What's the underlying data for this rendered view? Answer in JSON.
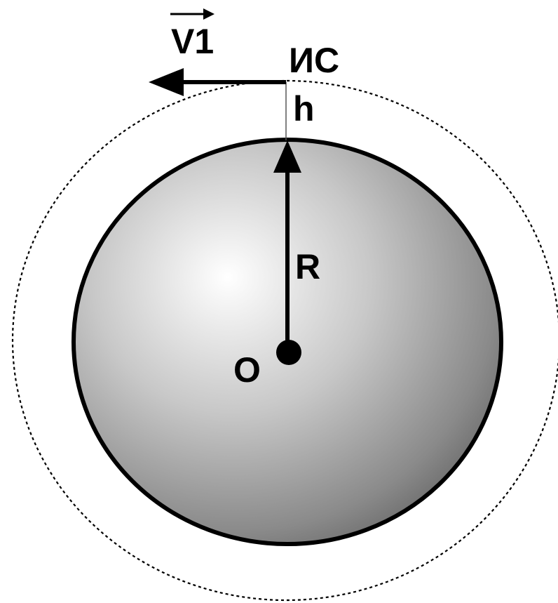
{
  "labels": {
    "velocity": "V1",
    "satellite": "ИС",
    "height": "h",
    "radius": "R",
    "center": "O"
  },
  "colors": {
    "background": "#ffffff",
    "outline": "#000000",
    "planet_highlight": "#ffffff",
    "planet_mid": "#c4c4c4",
    "planet_shadow": "#6e6e6e",
    "orbit": "#000000"
  }
}
